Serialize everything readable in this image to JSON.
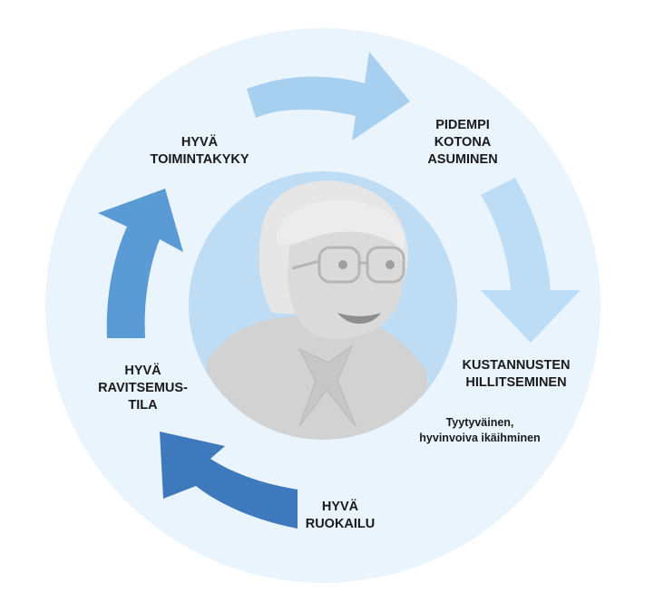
{
  "labels": {
    "toimintakyky": [
      "HYVÄ",
      "TOIMINTAKYKY"
    ],
    "kotona": [
      "PIDEMPI",
      "KOTONA",
      "ASUMINEN"
    ],
    "kustannusten": [
      "KUSTANNUSTEN",
      "HILLITSEMINEN"
    ],
    "tyytyvainen": [
      "Tyytyväinen,",
      "hyvinvoiva ikäihminen"
    ],
    "ruokailu": [
      "HYVÄ",
      "RUOKAILU"
    ],
    "ravitsemustila": [
      "HYVÄ",
      "RAVITSEMUS-",
      "TILA"
    ]
  },
  "colors": {
    "outer_circle": "#eaf4fd",
    "inner_circle": "#bedcf4",
    "arrow_top": "#a6cff0",
    "arrow_right": "#bcddf5",
    "arrow_bottom": "#3f79bd",
    "arrow_left": "#5b9bd5",
    "figure_skin": "#d9d9d9",
    "figure_hair": "#e6e6e6",
    "figure_clothes": "#d2d2d2"
  },
  "icons": {
    "center": "elderly-woman-illustration"
  }
}
